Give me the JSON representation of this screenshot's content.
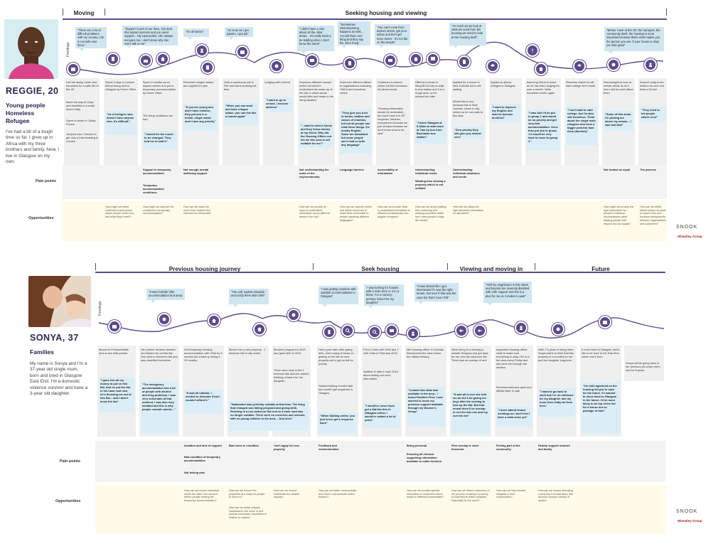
{
  "reggie": {
    "name": "REGGIE, 20",
    "tags": [
      "Young people",
      "Homeless",
      "Refugee"
    ],
    "bio": "I've had a bit of a tough time so far. I grew up in Africa with my three brothers and family. Now, I live in Glasgow on my own.",
    "phases": [
      "Moving",
      "Seeking housing and viewing"
    ],
    "feelings": "Feelings",
    "bubbles": [
      "\"There are a lot of difficult problems with my country. Life is not safe over there.\"",
      "\"Support is part of our lives. You start this asylum process and you need support... My caseworker, she always escapes me, I don't know why she won't talk to me\"",
      "\"It's all stress\"",
      "\"As soon as I get papers, I got job\"",
      "\"I didn't have a clue about all the other areas... It's really hard to be bidding when I don't know the areas\"",
      "\"Sometimes misinterpreting happens as well... You tell them one thing and they say the other thing\"",
      "\"You can't come from asylum stress, get your status and then get more stress - it's not fair on the people\"",
      "\"As much as we look at what we need from the housing we need to look at the housing itself\"",
      "\"Before I look at the GP, the transport, the community itself, the housing is more important because that's what makes you the person you are. If your house is okay you feel great\""
    ],
    "steps": [
      "Left his family, home and education for a safer life in the UK",
      "Spent 4 days in London before being sent to Glasgow by Home Office",
      "Spent 3 months as an asylum seeker and put in temporary accommodation by Home Office",
      "Received refugee status and applied for jobs",
      "Gets a warehouse job in Fife and starts working full-time",
      "Lodging with a friend",
      "Searches different houses online but doesn't understand the make-up of the city or which areas would offer and mean to his living situation",
      "Goes into different offices of organisations including YMCA and homeless centre",
      "Continues to search online but this increases his stress levels",
      "Offered a house in Maryhill but has to walk to bus station and it is a rough area, so he refused the offer",
      "Applied for a house in New Gorbals but is still waiting",
      "Applies to attend colleges in Glasgow",
      "Asked by friend to leave as he has been lodging for over a month. Visits homeless centre again",
      "Receives notice he will start college next month",
      "Discouraged to look at certain areas as he's been told he can't afford them",
      "Doesn't really know what to do next and feels a bit lost"
    ],
    "steps2": [
      "Made his way to Libya and travelled in a small boat to Italy",
      "Spent a month in Calais, France",
      "Jumped over 4 fences to get onto a train heading to London"
    ],
    "quotes": [
      "\"As a foreigner who doesn't have anyone else, it's difficult.\"",
      "\"I asked for the couch to be changed. They told me to wait it\"",
      "\"If you are young and don't have children, they put you in a hostel, single males don't have any priority\"",
      "\"When you can work and have refugee status, you can live like a human again\"",
      "\"I want to go to school, I need an address\"",
      "\"...want to view a house and they throw stones at my friend. Why did the Housing Officer not tell me this area is not suitable for me?\"",
      "\"They give you a lot of books, leaflets and names of charities, but not all people can read these things. It's mostly English. Some are translated but some people can't read or write any language\"",
      "\"Housing information should be accessible - we could have it in GP surgeries, libraries, everywhere because we just sit back because we don't know what to do next\"",
      "\"I leave Glasgow at 5:30am to start work at 7am by bus from Buchanan bus station\"",
      "\"Zero priority they will give you, almost zero\"",
      "\"I want to improve my English and want to become architect\"",
      "\"I was told I'd be put in group 1 and would be no priority and get very bad accommodation. Once they put you in group 1 it would be very hard to move to group 2.\"",
      "\"I can't wait to start college, but I'm also still homeless. Think about the single male refugees who have a bigger problem than them (families)\"",
      "\"Some of this areas I'm picking are above my means... I was told that\"",
      "\"They need to tell people what's next\""
    ],
    "extra": [
      "Would like a one-bedroom flat in New Gorbals, closer to city centre so he can walk to bus stop",
      "The living conditions are bad"
    ],
    "pain_label": "Pain points",
    "pains": [
      "Support in temporary accommodation",
      "Temporary accommodation conditions",
      "Not enough mental wellbeing support",
      "Not understanding the make of the city/community",
      "Language barriers",
      "Accessibility of information",
      "Understanding individual needs",
      "Wasting time viewing a property which is not suitable",
      "Understanding individual situations and needs",
      "Not treated as equal",
      "The process"
    ],
    "opp_label": "Opportunities",
    "opps": [
      "How might we better understand and predict where people come from and what they'll need?",
      "How might we improve the conditions in temporary accommodation?",
      "How can we make the move from hostels less stressful for individuals?",
      "How can we provide an easy-to-understand information about different areas in the city?",
      "How can we improve online and offline resources to make them accessible to people speaking different languages?",
      "How can we provide easy to understand information to different professionals who support refugees?",
      "How can we avoid wasting time searching and viewing properties which don't meet people's daily life needs?",
      "How can we utilise the right allocation information for allocation?",
      "How might we provide the right information for people's individual circumstances while treating people with respect and as equals?",
      "How can we better inform people as what to expect next and increase transparency between organisations and customers?"
    ]
  },
  "sonya": {
    "name": "SONYA, 37",
    "tags": [
      "Families"
    ],
    "bio": "My name is Sonya and I'm a 37-year old single mum, born and bred in Glasgow East End. I'm a domestic violence survivor and have a 3-year old daughter.",
    "phases": [
      "Previous housing journey",
      "Seek housing",
      "Viewing and moving in",
      "Future"
    ],
    "feelings": "Feelings",
    "bubbles": [
      "\"It was horrible\" [the accommodation and area]",
      "\"You call, explain situation and notify them after birth\"",
      "\"I was getting nowhere with suitable accommodation in Glasgow\"",
      "\"I was looking for houses with a main door or 4 in a block. For a nursery, primary school for my daughter\"",
      "\"It was almost like I got interviewed if I was the right tenant. Not sure if that was the case but that's how I felt\"",
      "\"Half my neighbours in this street and beyond are severely disabled with 24hr support and this is a plus for me as it makes it quiet\""
    ],
    "steps": [
      "Moved to Pollockshields area to live with partner",
      "Her partner becams abusive and kicked her out the flat. She went to Women's Aid and was classified homeless",
      "Got temporary housing accommodation with GHA for 6 months but ended up being 9-10 months",
      "Moved into a new property - 1 bedroom flat in city centre",
      "Became pregnant in 2013 and gave birth in 2014",
      "Half a year later after giving birth, she's ready to focus on getting on the list for new property call to get on list for priority",
      "Put in 2 bids with GHA and 1 with Cube in February 2016",
      "Met housing officer in Gorbals. Researched the area before the official viewing",
      "Went along to a viewing in outwith Glasgow and got keys for her new two-bedroom flat. There was an overlap of rent",
      "Appointed housing officer visits to make sure everything is okay, HO is in the area every Friday and she sees her through the window",
      "After 1.5 years of living there, Sonya starts to think that this property is not suited for her and her daughter long-term",
      "It more back to Glasgow, she'd like to be back to the East End where she's from",
      "Sonya will be going back to her previous job which she's had for 8 years."
    ],
    "quotes": [
      "\"I gave him all my money to put on this flat. And he put the flat in his name and now he's throwing me out of this flat... And I didn't know the law\"",
      "\"The emergency accommodation has a lot of people with alcohol and drug problems. I was very vulnerable at that moment. I was also very isolated and this is why people commit suicide...\"",
      "\"It was all rubbish. I needed to decorate it but I couldn't afford it.\"",
      "\"Saltmarket was perfectly suitable at that time. The thing that changed was falling pregnant and giving birth. Residing in a one-bedroom flat next to a main road was no longer suitable. There were no nurseries and schools, with no young children in the area ... And mice\"",
      "There were mice in the 1 bedroom flat and she started thinking of future for her daughter",
      "Started bidding months later but couldn't get anywhere in Glasgow",
      "\"When bidding online, you just never get a response back\"",
      "Notified of offer in April 2016 about finding out more information",
      "\"I would've never have got a flat like this in Glasgow unless I would've waited a lot of years\"",
      "\"Looked into what was available in the area... I found Families First. I was worried to loose my previous support available through my Women's Group\"",
      "\"It was all-in-one she told me as she's be giving me keys after the viewing to lock up the flat. But that meant there'll be overlap in rent for this one and my current one\"",
      "Received welcome pack and official letter in mail",
      "\"I don't attend tenant meetings as I don't feel I have a valid voice yet\"",
      "\"I want to go back to work but I've no childcare for my daughter and my mum lives really far from here.\"",
      "\"I'm still registered on the housing list just in case for the future. If I wanted to move back to Glasgow in the future, I'd be more likely to be top of the list for a house due to passage of time\""
    ],
    "pain_label": "Pain points",
    "pains": [
      "Isolation and lack of support",
      "Bad condition of temporary accommodation",
      "Not feeling safe",
      "Bad move-in condition",
      "Can't apply for new property",
      "Feedback and communication",
      "Being personal",
      "Ensuring all relevant supporting information available to make decision",
      "Rent overlap & short timescale",
      "Feeling part of the community",
      "Nearby support network and family"
    ],
    "opp_label": "Opportunities",
    "opps": [
      "How can we ensure individual needs are taken into account before people moving into temporary accommodation?",
      "How can we ensure the properties are ready for people to move in?",
      "How can we better prepare individual for the move in and provide necessary information in relation to repairs?",
      "How can we ensure individuals are treated equally?",
      "How can we better communicate and inform unsuccessful online bidders?",
      "How can we provide specific information to customers about what's in different communities?",
      "How can we inform customers of the process of taking a property so that they're better prepared financially for the move?",
      "How can we help tenants integrate in their communities?",
      "How can we ensure allocating a property to tenant takes into account complex variety of needs?"
    ]
  },
  "brand": {
    "snook": "SNOOK",
    "wheatley": "Wheatley Group"
  },
  "colors": {
    "accent": "#5b4b8a",
    "bubble": "#cfe6f1",
    "card": "#efefef",
    "opp_bg": "#fffbe8"
  }
}
